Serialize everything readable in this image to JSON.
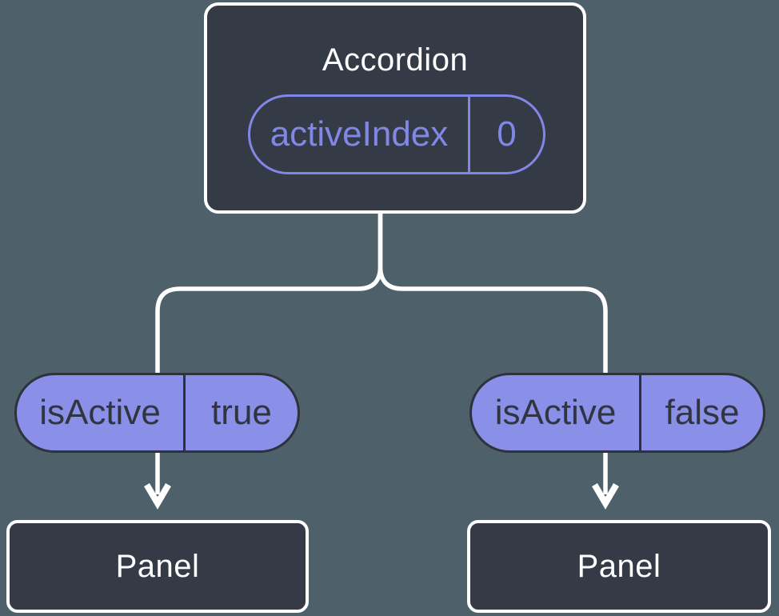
{
  "diagram": {
    "root": {
      "title": "Accordion",
      "state": {
        "label": "activeIndex",
        "value": "0"
      }
    },
    "children": [
      {
        "prop": {
          "label": "isActive",
          "value": "true"
        },
        "title": "Panel"
      },
      {
        "prop": {
          "label": "isActive",
          "value": "false"
        },
        "title": "Panel"
      }
    ]
  },
  "colors": {
    "background": "#4e616b",
    "node_fill": "#343b47",
    "node_border": "#ffffff",
    "node_text": "#ffffff",
    "prop_pill_fill": "#8a90e8",
    "prop_pill_border": "#2d323d",
    "prop_pill_text": "#30353f",
    "state_pill_stroke": "#8187e5",
    "state_pill_text": "#8187e5",
    "connector": "#ffffff"
  }
}
